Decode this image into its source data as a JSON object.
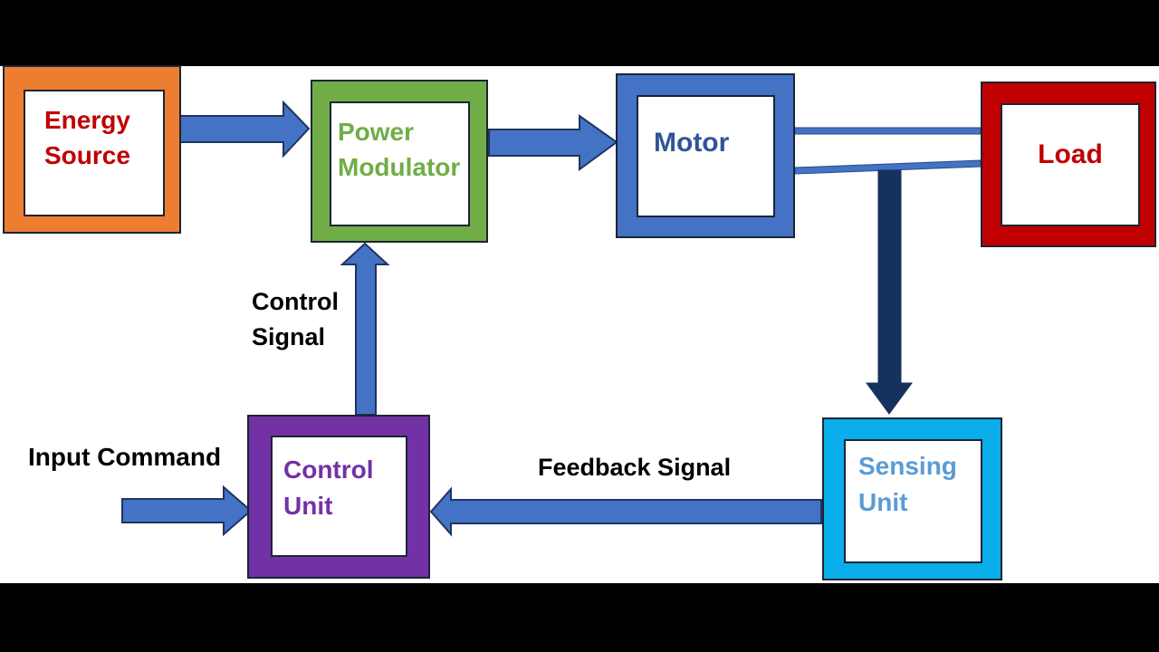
{
  "scene": {
    "description": "Block diagram of an electric motor drive control system on a white canvas with black letterbox bars top and bottom",
    "background_color": "#ffffff",
    "letterbox_color": "#000000",
    "arrow_fill_color": "#4472C4",
    "arrow_outline_color": "#1e3560",
    "navy_arrow_color": "#16315e"
  },
  "blocks": [
    {
      "label": "Energy Source",
      "border_color": "#ED7D31",
      "text_color": "#C00000"
    },
    {
      "label": "Power Modulator",
      "border_color": "#70AD47",
      "text_color": "#70AD47"
    },
    {
      "label": "Motor",
      "border_color": "#4472C4",
      "text_color": "#2E5597"
    },
    {
      "label": "Load",
      "border_color": "#C00000",
      "text_color": "#C00000"
    },
    {
      "label": "Control Unit",
      "border_color": "#7331A6",
      "text_color": "#7331A6"
    },
    {
      "label": "Sensing Unit",
      "border_color": "#09AEEA",
      "text_color": "#5B9BD5"
    }
  ],
  "flow_labels": {
    "control_signal": "Control Signal",
    "input_command": "Input Command",
    "feedback_signal": "Feedback Signal"
  },
  "connections": [
    {
      "from": "Energy Source",
      "to": "Power Modulator",
      "style": "blue block arrow, right"
    },
    {
      "from": "Power Modulator",
      "to": "Motor",
      "style": "blue block arrow, right"
    },
    {
      "from": "Motor",
      "to": "Load",
      "style": "double thin line shaft coupling"
    },
    {
      "from": "Motor-Load shaft",
      "to": "Sensing Unit",
      "style": "solid navy block arrow, down"
    },
    {
      "from": "Sensing Unit",
      "to": "Control Unit",
      "label": "Feedback Signal",
      "style": "blue block arrow, left"
    },
    {
      "from": "Control Unit",
      "to": "Power Modulator",
      "label": "Control Signal",
      "style": "blue block arrow, up"
    },
    {
      "from": "external input",
      "to": "Control Unit",
      "label": "Input Command",
      "style": "blue block arrow, right"
    }
  ]
}
